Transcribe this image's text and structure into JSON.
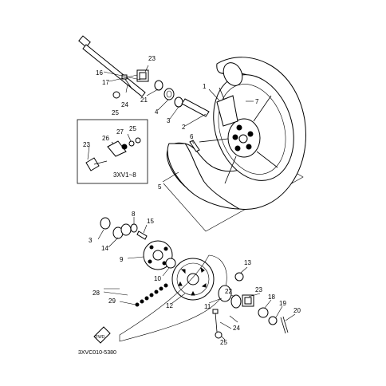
{
  "diagram": {
    "drawing_code": "3XVC010-5380",
    "inset_label": "3XV1~8",
    "fwd_label": "FWD",
    "callouts": [
      {
        "id": "c1",
        "label": "1"
      },
      {
        "id": "c2",
        "label": "2"
      },
      {
        "id": "c3a",
        "label": "3"
      },
      {
        "id": "c3b",
        "label": "3"
      },
      {
        "id": "c4",
        "label": "4"
      },
      {
        "id": "c5",
        "label": "5"
      },
      {
        "id": "c6",
        "label": "6"
      },
      {
        "id": "c7",
        "label": "7"
      },
      {
        "id": "c8",
        "label": "8"
      },
      {
        "id": "c9",
        "label": "9"
      },
      {
        "id": "c10",
        "label": "10"
      },
      {
        "id": "c11",
        "label": "11"
      },
      {
        "id": "c12",
        "label": "12"
      },
      {
        "id": "c13",
        "label": "13"
      },
      {
        "id": "c14",
        "label": "14"
      },
      {
        "id": "c15",
        "label": "15"
      },
      {
        "id": "c16",
        "label": "16"
      },
      {
        "id": "c17",
        "label": "17"
      },
      {
        "id": "c18",
        "label": "18"
      },
      {
        "id": "c19",
        "label": "19"
      },
      {
        "id": "c20",
        "label": "20"
      },
      {
        "id": "c21",
        "label": "21"
      },
      {
        "id": "c22",
        "label": "22"
      },
      {
        "id": "c23a",
        "label": "23"
      },
      {
        "id": "c23b",
        "label": "23"
      },
      {
        "id": "c23c",
        "label": "23"
      },
      {
        "id": "c24a",
        "label": "24"
      },
      {
        "id": "c24b",
        "label": "24"
      },
      {
        "id": "c25a",
        "label": "25"
      },
      {
        "id": "c25b",
        "label": "25"
      },
      {
        "id": "c25c",
        "label": "25"
      },
      {
        "id": "c26",
        "label": "26"
      },
      {
        "id": "c27",
        "label": "27"
      },
      {
        "id": "c28",
        "label": "28"
      },
      {
        "id": "c29",
        "label": "29"
      }
    ]
  }
}
